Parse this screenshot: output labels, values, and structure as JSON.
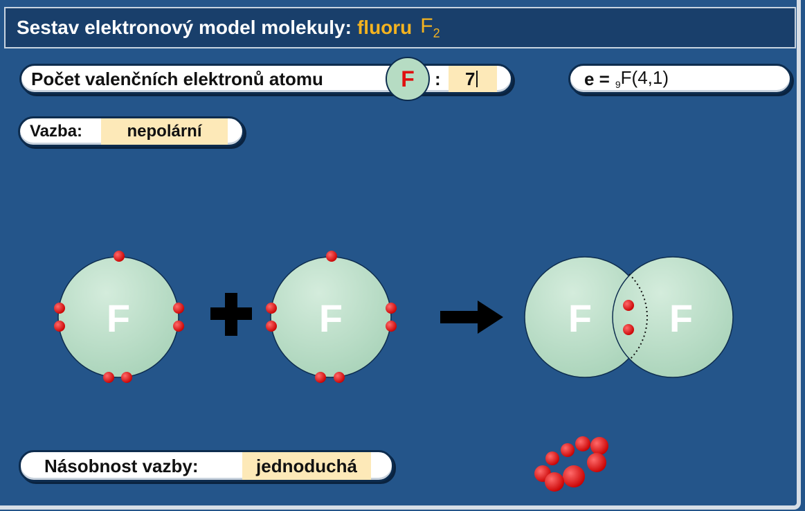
{
  "title": {
    "prefix": "Sestav elektronový model molekuly:",
    "element_name": "fluoru",
    "formula_symbol": "F",
    "formula_subscript": "2"
  },
  "valence": {
    "label": "Počet valenčních elektronů atomu",
    "atom": "F",
    "colon": ":",
    "value": "7"
  },
  "configuration": {
    "prefix": "e =",
    "atomic_number": "9",
    "symbol_and_numbers": "F(4,1)"
  },
  "bond": {
    "label": "Vazba:",
    "value": "nepolární"
  },
  "multiplicity": {
    "label": "Násobnost vazby:",
    "value": "jednoduchá"
  },
  "atoms": {
    "left_symbol": "F",
    "right_symbol": "F",
    "molecule_left_symbol": "F",
    "molecule_right_symbol": "F"
  },
  "colors": {
    "background": "#24558a",
    "accent": "#f4b320",
    "atom_fill": "#b6dcc3",
    "electron": "#e01818",
    "value_field": "#fde9b8"
  }
}
